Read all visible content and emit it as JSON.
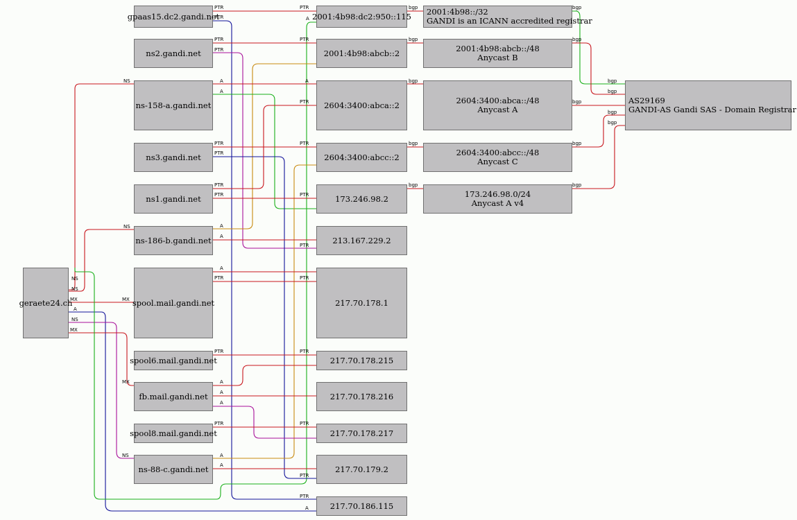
{
  "nodes": {
    "domain": "geraete24.ch",
    "gpaas15": "gpaas15.dc2.gandi.net",
    "ns2": "ns2.gandi.net",
    "ns158a": "ns-158-a.gandi.net",
    "ns3": "ns3.gandi.net",
    "ns1": "ns1.gandi.net",
    "ns186b": "ns-186-b.gandi.net",
    "spool": "spool.mail.gandi.net",
    "spool6": "spool6.mail.gandi.net",
    "fb": "fb.mail.gandi.net",
    "spool8": "spool8.mail.gandi.net",
    "ns88c": "ns-88-c.gandi.net",
    "ip_gpaas": "2001:4b98:dc2:950::115",
    "ip_abcb": "2001:4b98:abcb::2",
    "ip_abca": "2604:3400:abca::2",
    "ip_abcc": "2604:3400:abcc::2",
    "ip_1732": "173.246.98.2",
    "ip_213": "213.167.229.2",
    "ip_2171": "217.70.178.1",
    "ip_215": "217.70.178.215",
    "ip_216": "217.70.178.216",
    "ip_217": "217.70.178.217",
    "ip_1792": "217.70.179.2",
    "ip_186": "217.70.186.115",
    "pfx_32_1": "2001:4b98::/32",
    "pfx_32_2": "GANDI is an ICANN accredited registrar",
    "pfx_abcb_1": "2001:4b98:abcb::/48",
    "pfx_abcb_2": "Anycast B",
    "pfx_abca_1": "2604:3400:abca::/48",
    "pfx_abca_2": "Anycast A",
    "pfx_abcc_1": "2604:3400:abcc::/48",
    "pfx_abcc_2": "Anycast C",
    "pfx_v4_1": "173.246.98.0/24",
    "pfx_v4_2": "Anycast A v4",
    "as_1": "AS29169",
    "as_2": "GANDI-AS Gandi SAS - Domain Registrar an"
  },
  "edge_labels": {
    "ns": "NS",
    "mx": "MX",
    "a": "A",
    "ptr": "PTR",
    "bgp": "bgp"
  },
  "colors": {
    "red": "#c8161d",
    "green": "#1ab01a",
    "blue": "#12129a",
    "magenta": "#a8109a",
    "orange": "#c88a10",
    "node_fill": "#c0bfc1",
    "node_border": "#707070"
  }
}
